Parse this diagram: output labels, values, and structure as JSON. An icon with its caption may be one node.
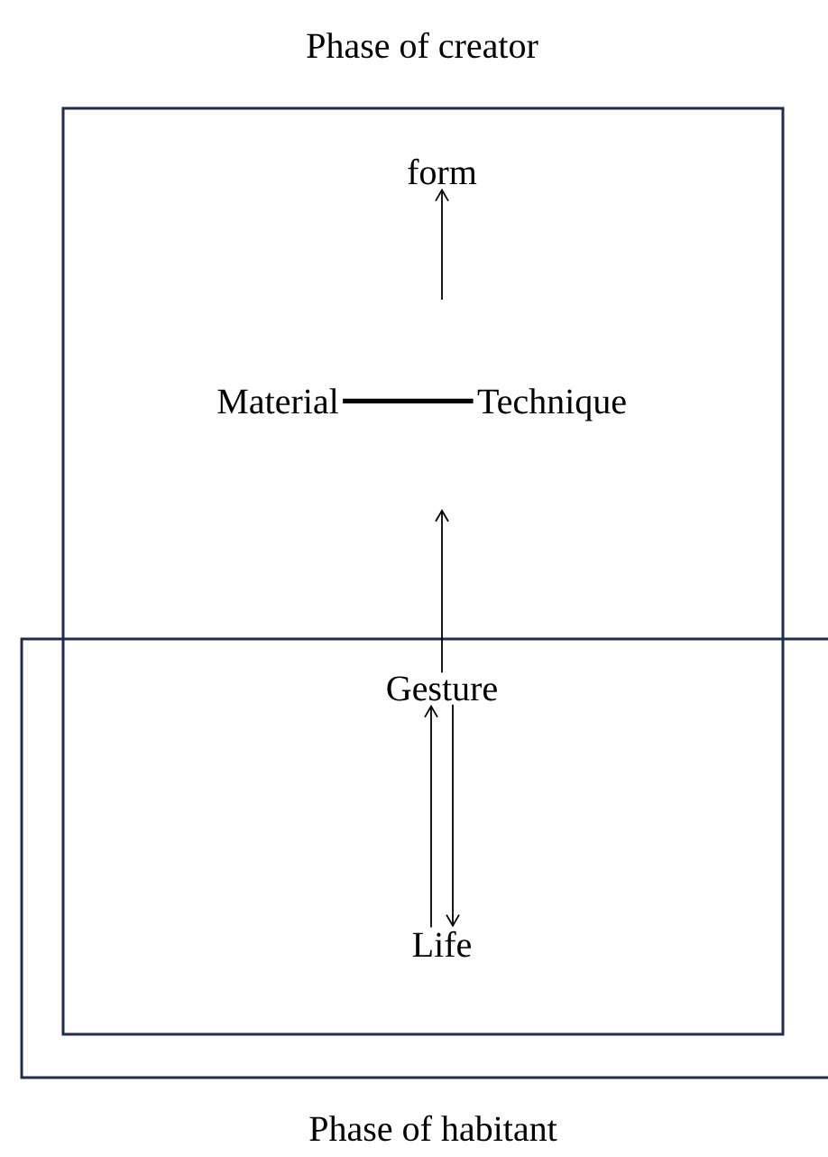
{
  "diagram": {
    "nodes": [
      {
        "text": [
          "Phase of creator"
        ]
      },
      {
        "text": [
          "Phase of habitant"
        ]
      },
      {
        "text": [
          "form"
        ],
        "in": 0
      },
      {
        "text": [
          "Material"
        ],
        "in": 0
      },
      {
        "text": [
          "Technique"
        ],
        "in": 0
      },
      {
        "text": [
          "Gesture"
        ],
        "in": 0
      },
      {
        "text": [
          "Life"
        ],
        "in": 0
      }
    ],
    "edges": [
      {
        "from": 3,
        "to": 4,
        "arrow": "none",
        "style": "thick"
      },
      {
        "from": null,
        "to": 2,
        "arrow": "to"
      },
      {
        "from": 5,
        "to": null,
        "arrow": "to"
      },
      {
        "from": 6,
        "to": 5,
        "arrow": "to"
      },
      {
        "from": 5,
        "to": 6,
        "arrow": "to"
      }
    ]
  }
}
